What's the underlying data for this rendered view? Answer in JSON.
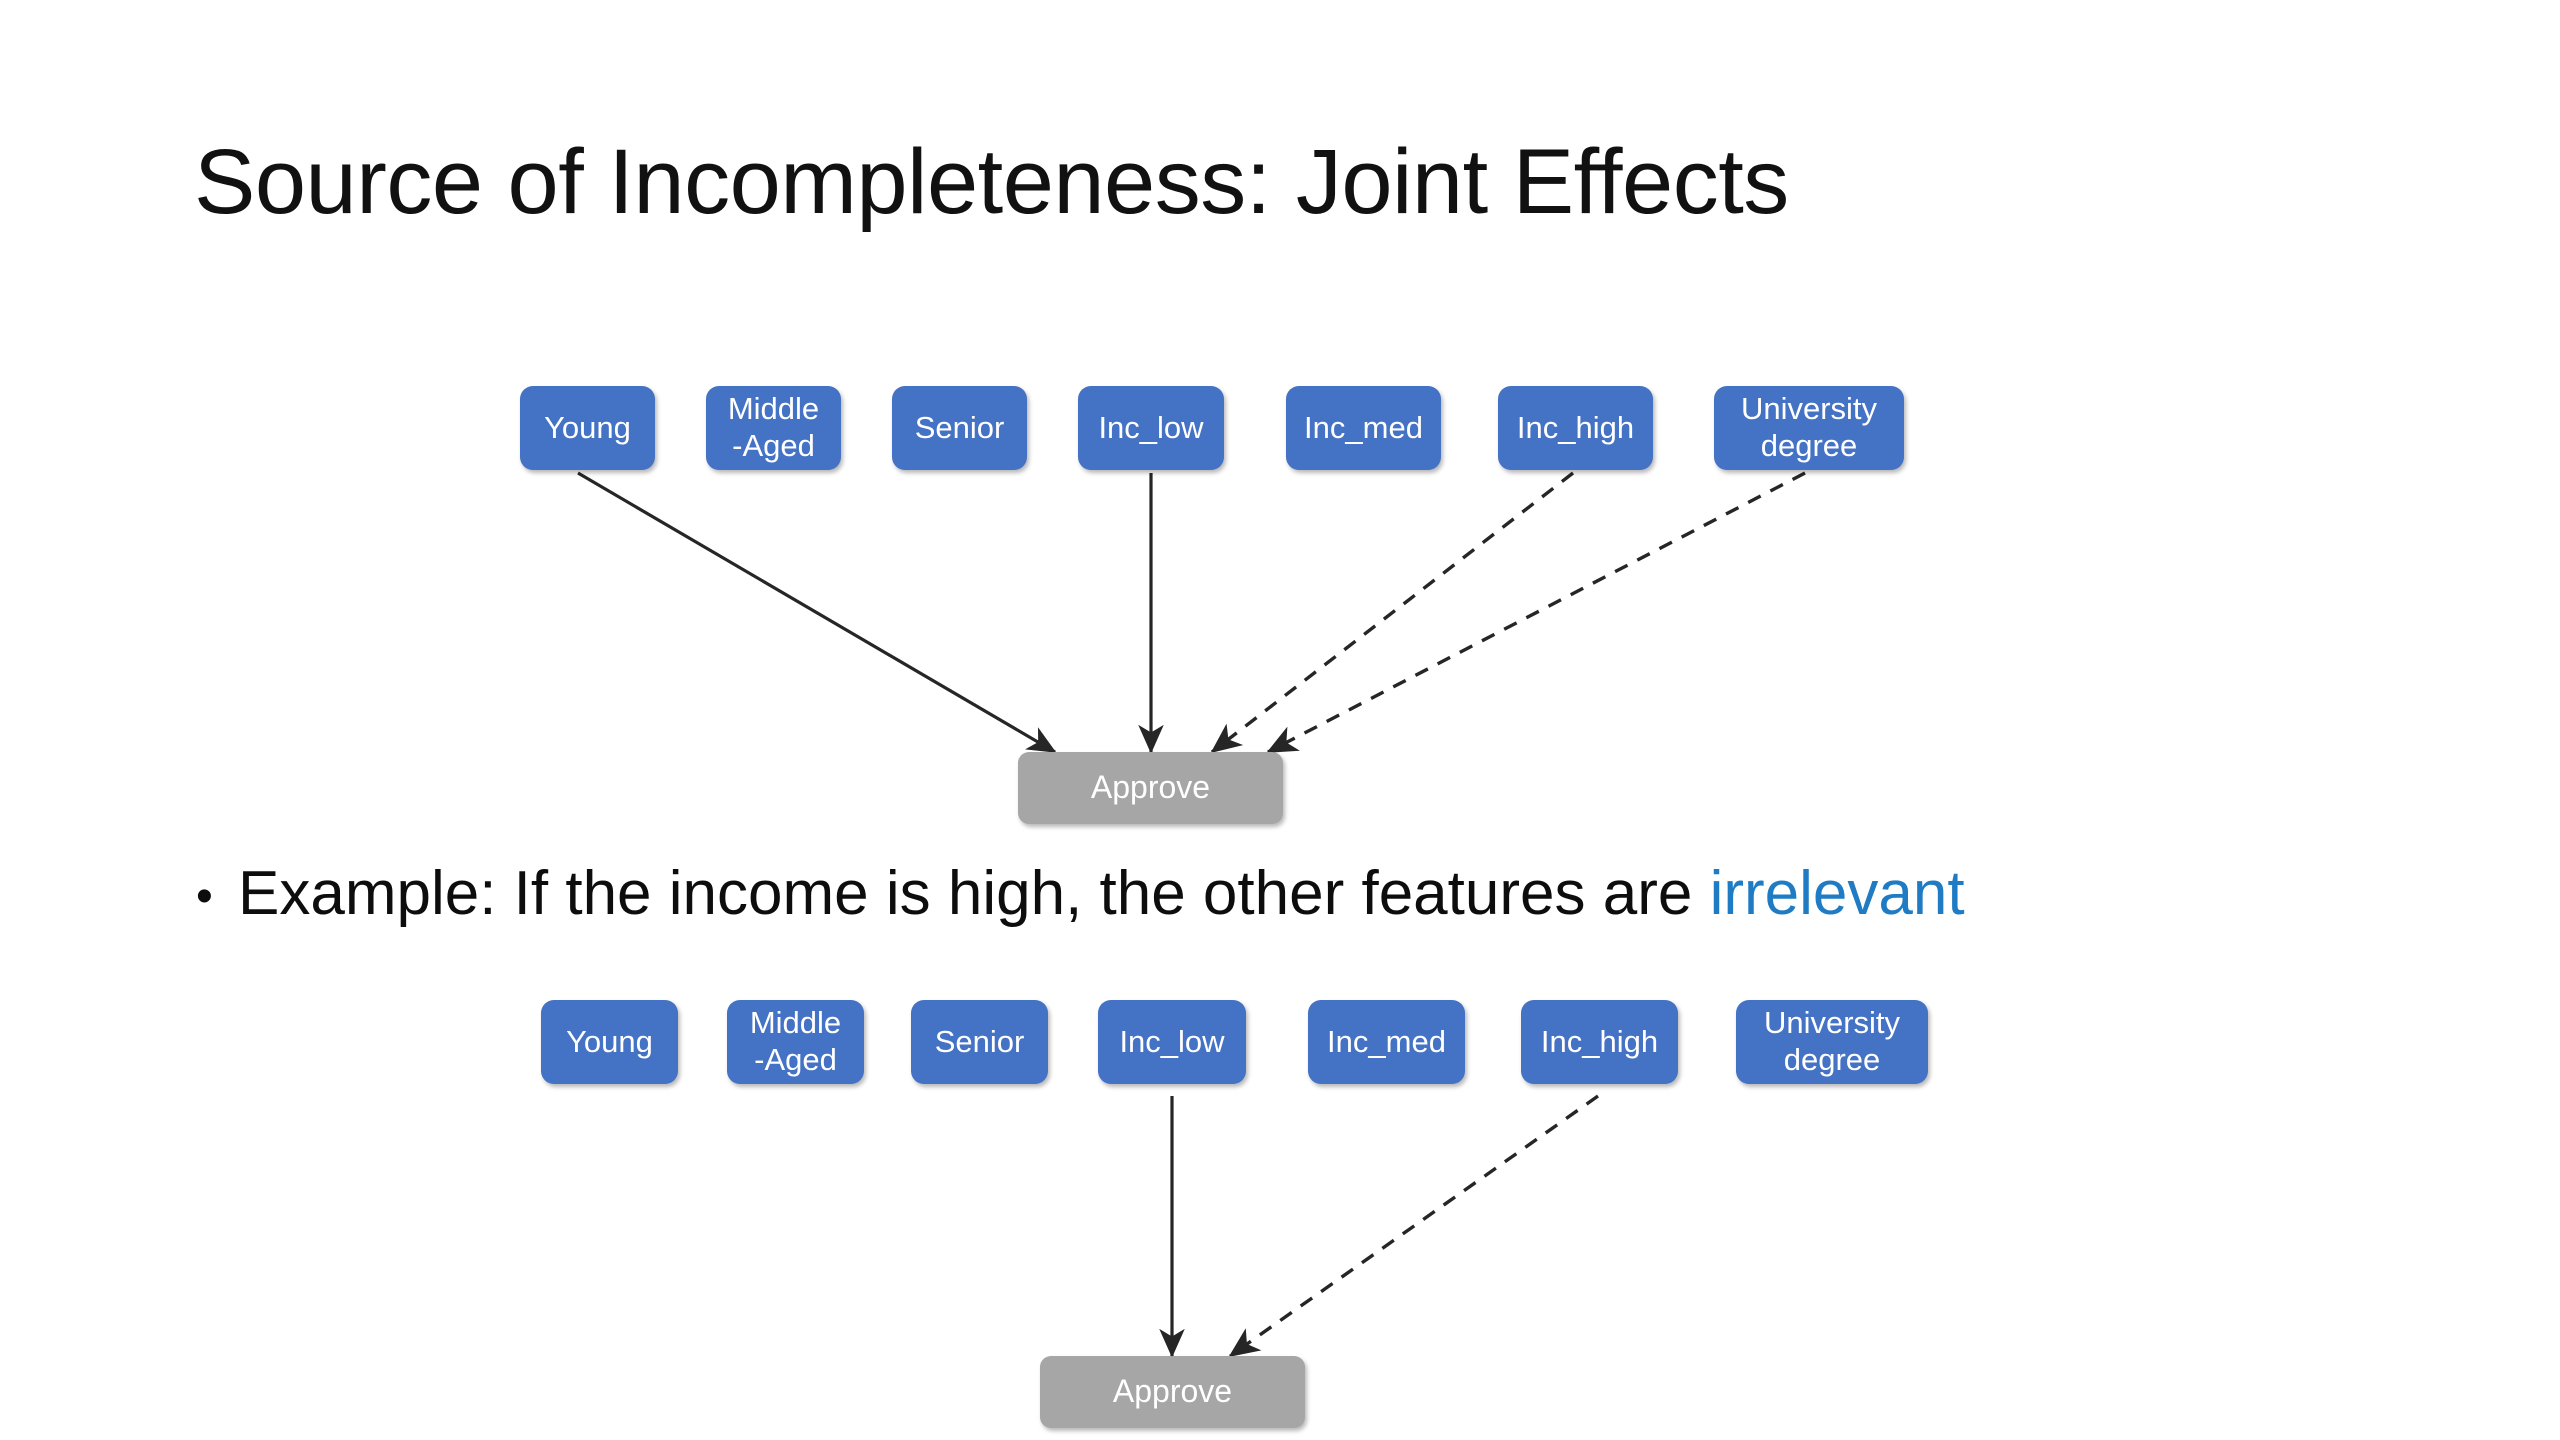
{
  "slide": {
    "title": "Source of Incompleteness: Joint Effects",
    "background_color": "#FFFFFF"
  },
  "colors": {
    "feature_node": "#4472C4",
    "outcome_node": "#A6A6A6",
    "highlight_text": "#1F7CC4",
    "edge": "#262626",
    "title_text": "#111111"
  },
  "bullet": {
    "marker": "•",
    "text_before": "Example: If the income is high, the other features are ",
    "highlight": "irrelevant"
  },
  "diagram_top": {
    "nodes": [
      {
        "id": "young",
        "label": "Young"
      },
      {
        "id": "middle-aged",
        "label": "Middle\n-Aged"
      },
      {
        "id": "senior",
        "label": "Senior"
      },
      {
        "id": "inc-low",
        "label": "Inc_low"
      },
      {
        "id": "inc-med",
        "label": "Inc_med"
      },
      {
        "id": "inc-high",
        "label": "Inc_high"
      },
      {
        "id": "university-degree",
        "label": "University\ndegree"
      }
    ],
    "outcome": {
      "id": "approve",
      "label": "Approve"
    },
    "edges": [
      {
        "from": "young",
        "to": "approve",
        "style": "solid"
      },
      {
        "from": "inc-low",
        "to": "approve",
        "style": "solid"
      },
      {
        "from": "inc-high",
        "to": "approve",
        "style": "dashed"
      },
      {
        "from": "university-degree",
        "to": "approve",
        "style": "dashed"
      }
    ]
  },
  "diagram_bottom": {
    "nodes": [
      {
        "id": "young",
        "label": "Young"
      },
      {
        "id": "middle-aged",
        "label": "Middle\n-Aged"
      },
      {
        "id": "senior",
        "label": "Senior"
      },
      {
        "id": "inc-low",
        "label": "Inc_low"
      },
      {
        "id": "inc-med",
        "label": "Inc_med"
      },
      {
        "id": "inc-high",
        "label": "Inc_high"
      },
      {
        "id": "university-degree",
        "label": "University\ndegree"
      }
    ],
    "outcome": {
      "id": "approve",
      "label": "Approve"
    },
    "edges": [
      {
        "from": "inc-low",
        "to": "approve",
        "style": "solid"
      },
      {
        "from": "inc-high",
        "to": "approve",
        "style": "dashed"
      }
    ]
  }
}
